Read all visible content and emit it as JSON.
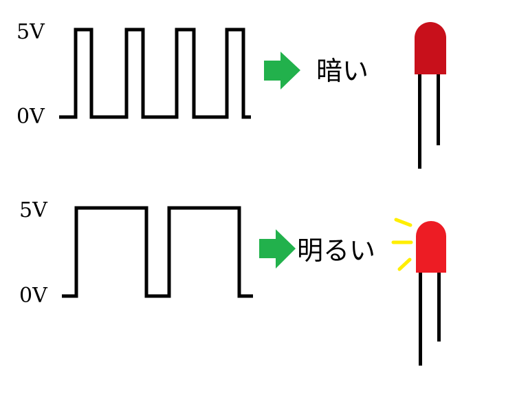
{
  "top": {
    "high_label": "5V",
    "low_label": "0V",
    "result_label": "暗い",
    "led_color": "#c8101b"
  },
  "bottom": {
    "high_label": "5V",
    "low_label": "0V",
    "result_label": "明るい",
    "led_color": "#ed1c24",
    "glow_color": "#ffee00"
  },
  "arrow_color": "#22b14c"
}
